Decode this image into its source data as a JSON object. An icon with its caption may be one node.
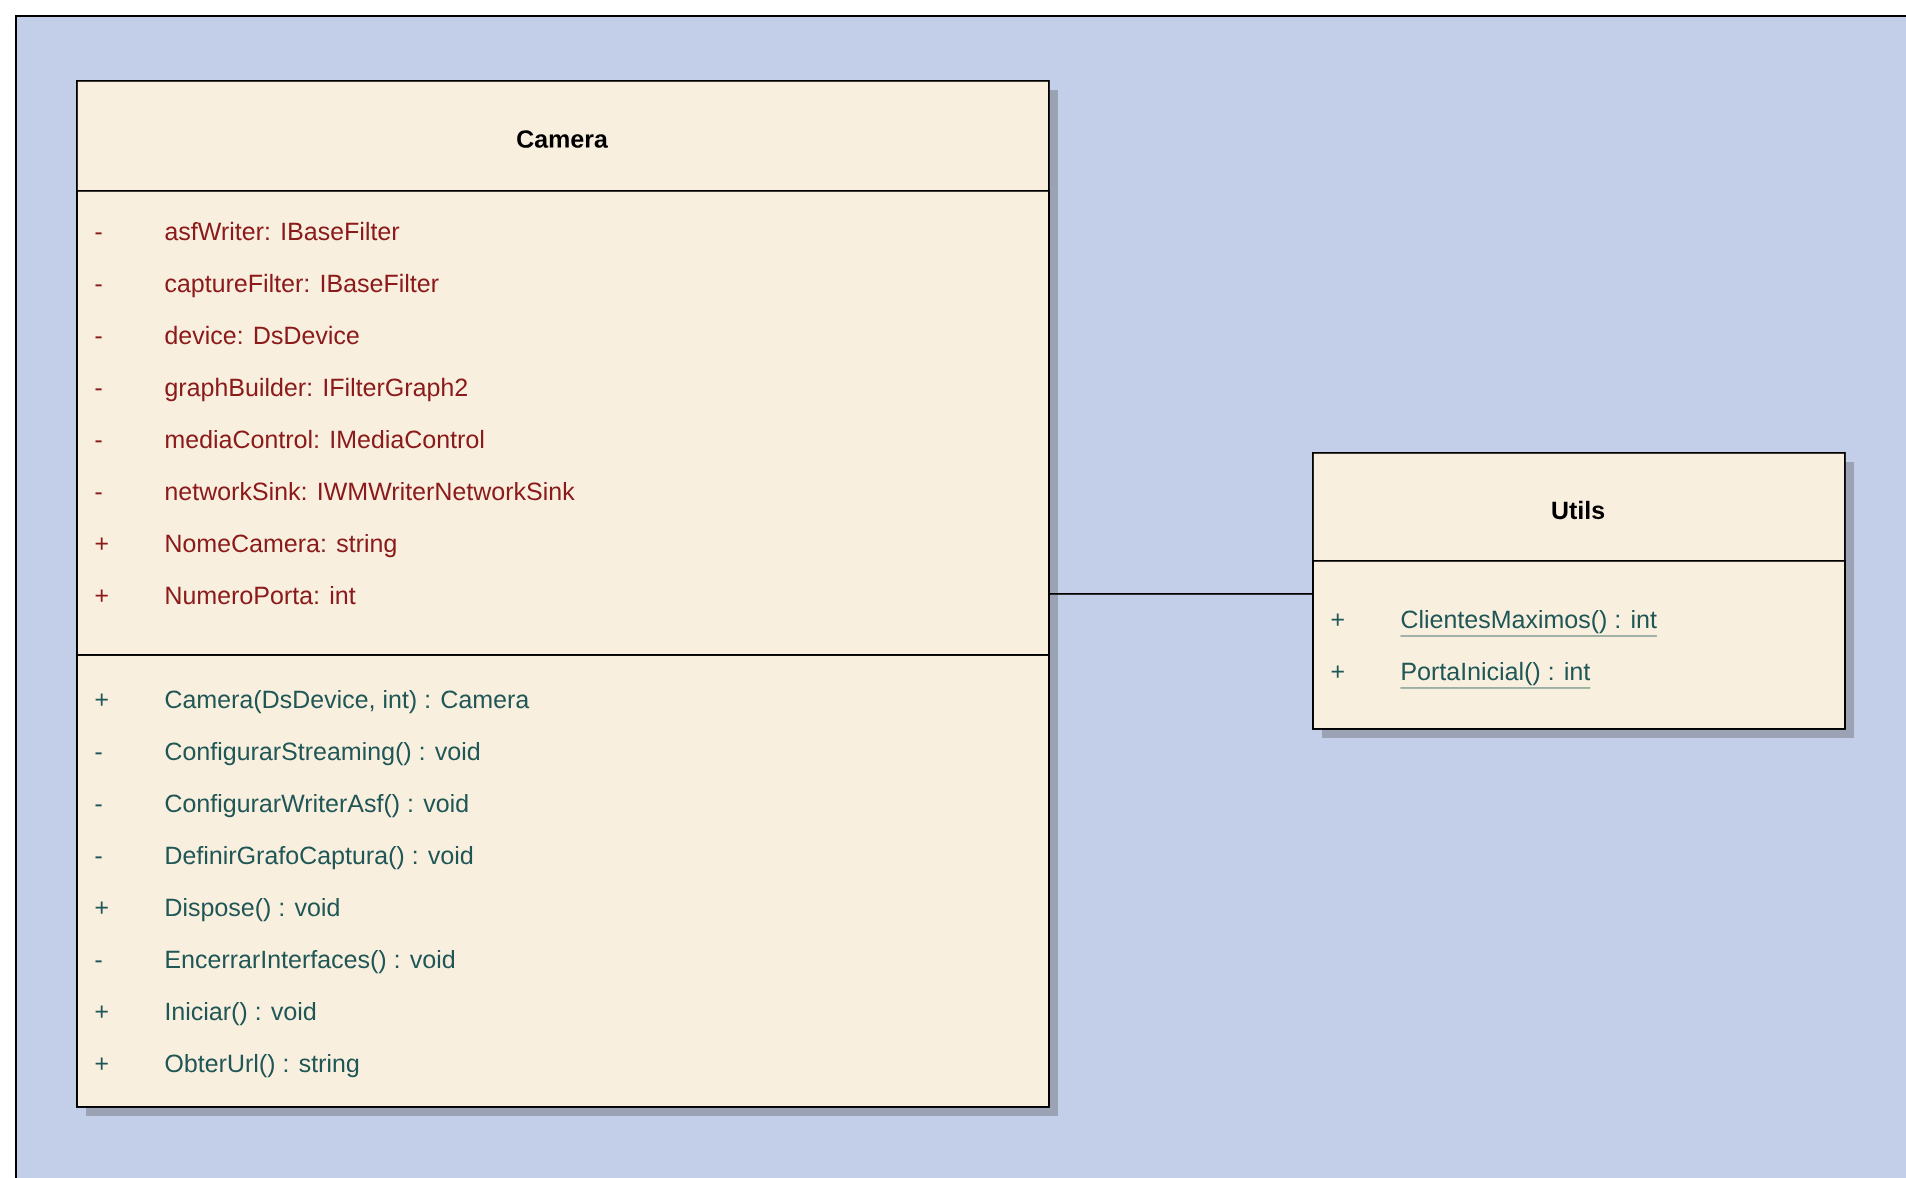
{
  "diagram": {
    "nodes": [
      {
        "text": [
          "Camera"
        ]
      },
      {
        "text": [
          "-",
          "asfWriter:  IBaseFilter",
          "-",
          "captureFilter:  IBaseFilter",
          "-",
          "device:  DsDevice",
          "-",
          "graphBuilder:  IFilterGraph2",
          "-",
          "mediaControl:  IMediaControl",
          "-",
          "networkSink:  IWMWriterNetworkSink",
          "+",
          "NomeCamera:  string",
          "+",
          "NumeroPorta:  int"
        ],
        "in": 0
      },
      {
        "text": [
          "+",
          "Camera(DsDevice, int) : Camera",
          "-",
          "ConfigurarStreaming() : void",
          "-",
          "ConfigurarWriterAsf() : void",
          "-",
          "DefinirGrafoCaptura() : void",
          "+",
          "Dispose() : void",
          "-",
          "EncerrarInterfaces() : void",
          "+",
          "Iniciar() : void",
          "+",
          "ObterUrl() : string"
        ],
        "in": 0
      },
      {
        "text": [
          "Utils"
        ]
      },
      {
        "text": [
          "+",
          "ClientesMaximos() : int",
          "+",
          "PortaInicial() : int"
        ],
        "in": 3
      }
    ],
    "edges": [
      {
        "from": 0,
        "to": 3,
        "arrow": "none"
      }
    ]
  }
}
